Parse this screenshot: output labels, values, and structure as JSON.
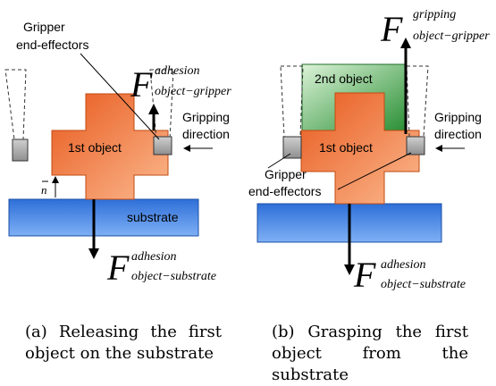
{
  "panel_a": {
    "gripper_label_1": "Gripper",
    "gripper_label_2": "end-effectors",
    "object_label": "1st object",
    "substrate_label": "substrate",
    "gripping_direction_1": "Gripping",
    "gripping_direction_2": "direction",
    "normal_label": "n",
    "force_top": {
      "symbol": "F",
      "sup": "adhesion",
      "sub": "object−gripper"
    },
    "force_bottom": {
      "symbol": "F",
      "sup": "adhesion",
      "sub": "object−substrate"
    },
    "caption": "(a) Releasing the first object on the substrate"
  },
  "panel_b": {
    "second_object_label": "2nd object",
    "object_label": "1st object",
    "gripper_label_1": "Gripper",
    "gripper_label_2": "end-effectors",
    "gripping_direction_1": "Gripping",
    "gripping_direction_2": "direction",
    "force_top": {
      "symbol": "F",
      "sup": "gripping",
      "sub": "object−gripper"
    },
    "force_bottom": {
      "symbol": "F",
      "sup": "adhesion",
      "sub": "object−substrate"
    },
    "caption": "(b) Grasping the first object from the substrate"
  },
  "colors": {
    "object_orange": "#f07a3a",
    "substrate_blue": "#3b7be0",
    "second_object_green": "#2f9e3a",
    "gripper_gray": "#aaaaaa"
  }
}
